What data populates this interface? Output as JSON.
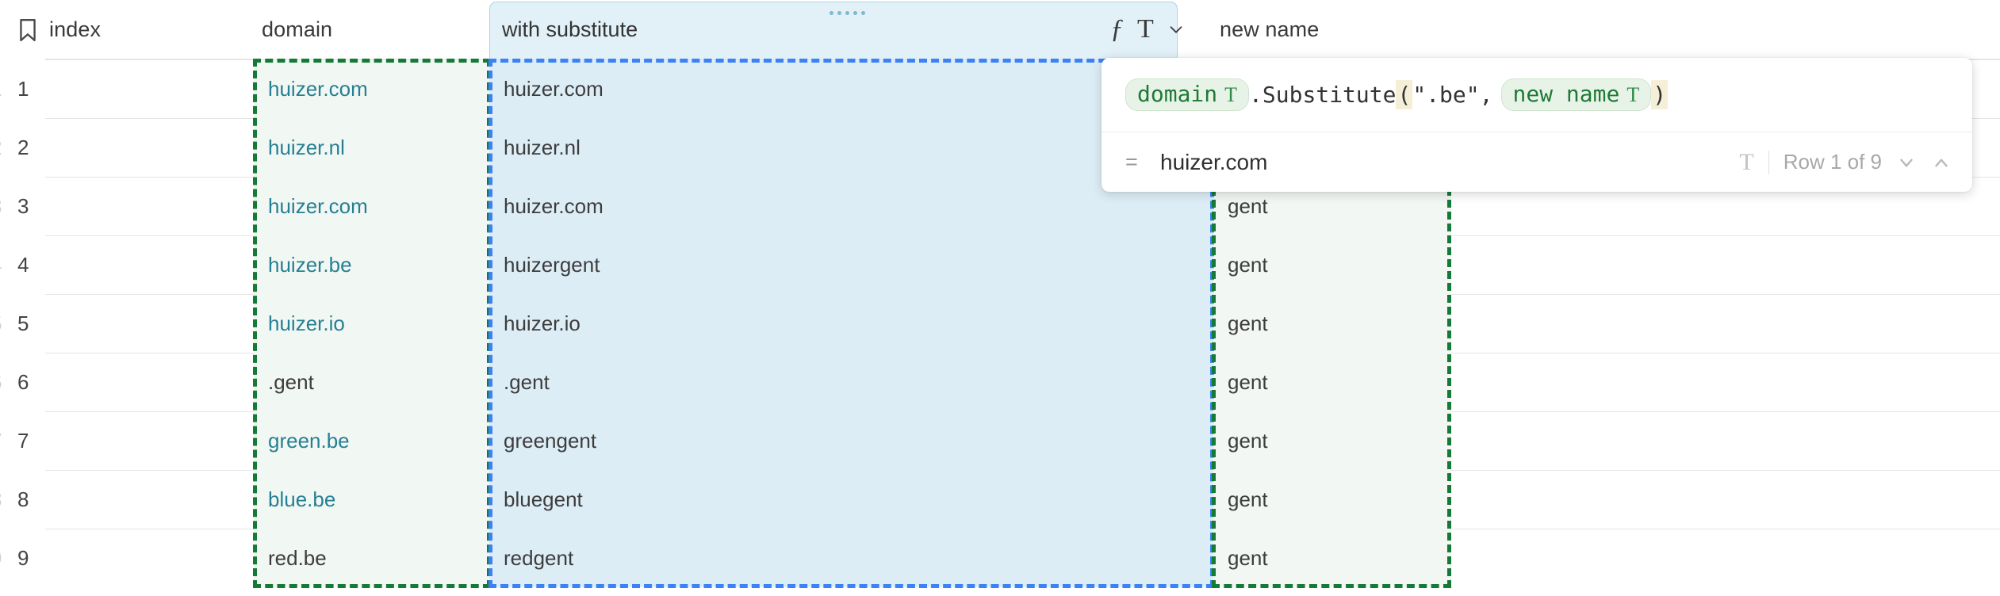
{
  "table": {
    "columns": [
      {
        "id": "index",
        "label": "index",
        "icon": "bookmark-icon"
      },
      {
        "id": "domain",
        "label": "domain"
      },
      {
        "id": "with_substitute",
        "label": "with substitute",
        "selected": true
      },
      {
        "id": "new_name",
        "label": "new name"
      }
    ],
    "rows": [
      {
        "index": "1",
        "domain": "huizer.com",
        "domain_is_link": true,
        "with_substitute": "huizer.com",
        "new_name": ""
      },
      {
        "index": "2",
        "domain": "huizer.nl",
        "domain_is_link": true,
        "with_substitute": "huizer.nl",
        "new_name": ""
      },
      {
        "index": "3",
        "domain": "huizer.com",
        "domain_is_link": true,
        "with_substitute": "huizer.com",
        "new_name": "gent"
      },
      {
        "index": "4",
        "domain": "huizer.be",
        "domain_is_link": true,
        "with_substitute": "huizergent",
        "new_name": "gent"
      },
      {
        "index": "5",
        "domain": "huizer.io",
        "domain_is_link": true,
        "with_substitute": "huizer.io",
        "new_name": "gent"
      },
      {
        "index": "6",
        "domain": ".gent",
        "domain_is_link": false,
        "with_substitute": ".gent",
        "new_name": "gent"
      },
      {
        "index": "7",
        "domain": "green.be",
        "domain_is_link": true,
        "with_substitute": "greengent",
        "new_name": "gent"
      },
      {
        "index": "8",
        "domain": "blue.be",
        "domain_is_link": true,
        "with_substitute": "bluegent",
        "new_name": "gent"
      },
      {
        "index": "9",
        "domain": "red.be",
        "domain_is_link": false,
        "with_substitute": "redgent",
        "new_name": "gent"
      }
    ]
  },
  "column_toolbar": {
    "function_icon": "fx-icon",
    "type_icon": "text-type-icon",
    "menu_icon": "chevron-down-icon"
  },
  "formula_popup": {
    "tokens": {
      "ref1_name": "domain",
      "ref1_type": "T",
      "method": ".Substitute",
      "open_paren": "(",
      "string_arg": "\".be\",",
      "ref2_name": "new name",
      "ref2_type": "T",
      "close_paren": ")"
    },
    "result": {
      "equals_sign": "=",
      "value": "huizer.com",
      "type_indicator": "T",
      "row_status": "Row 1 of 9",
      "prev_icon": "chevron-down-icon",
      "next_icon": "chevron-up-icon"
    }
  },
  "colors": {
    "selection_green": "#157a36",
    "selection_blue": "#3b82f6",
    "active_column_bg": "#ddedf6",
    "green_column_bg": "#f1f7f3",
    "link_text": "#277f93",
    "formula_token_green": "#1f7a36"
  }
}
